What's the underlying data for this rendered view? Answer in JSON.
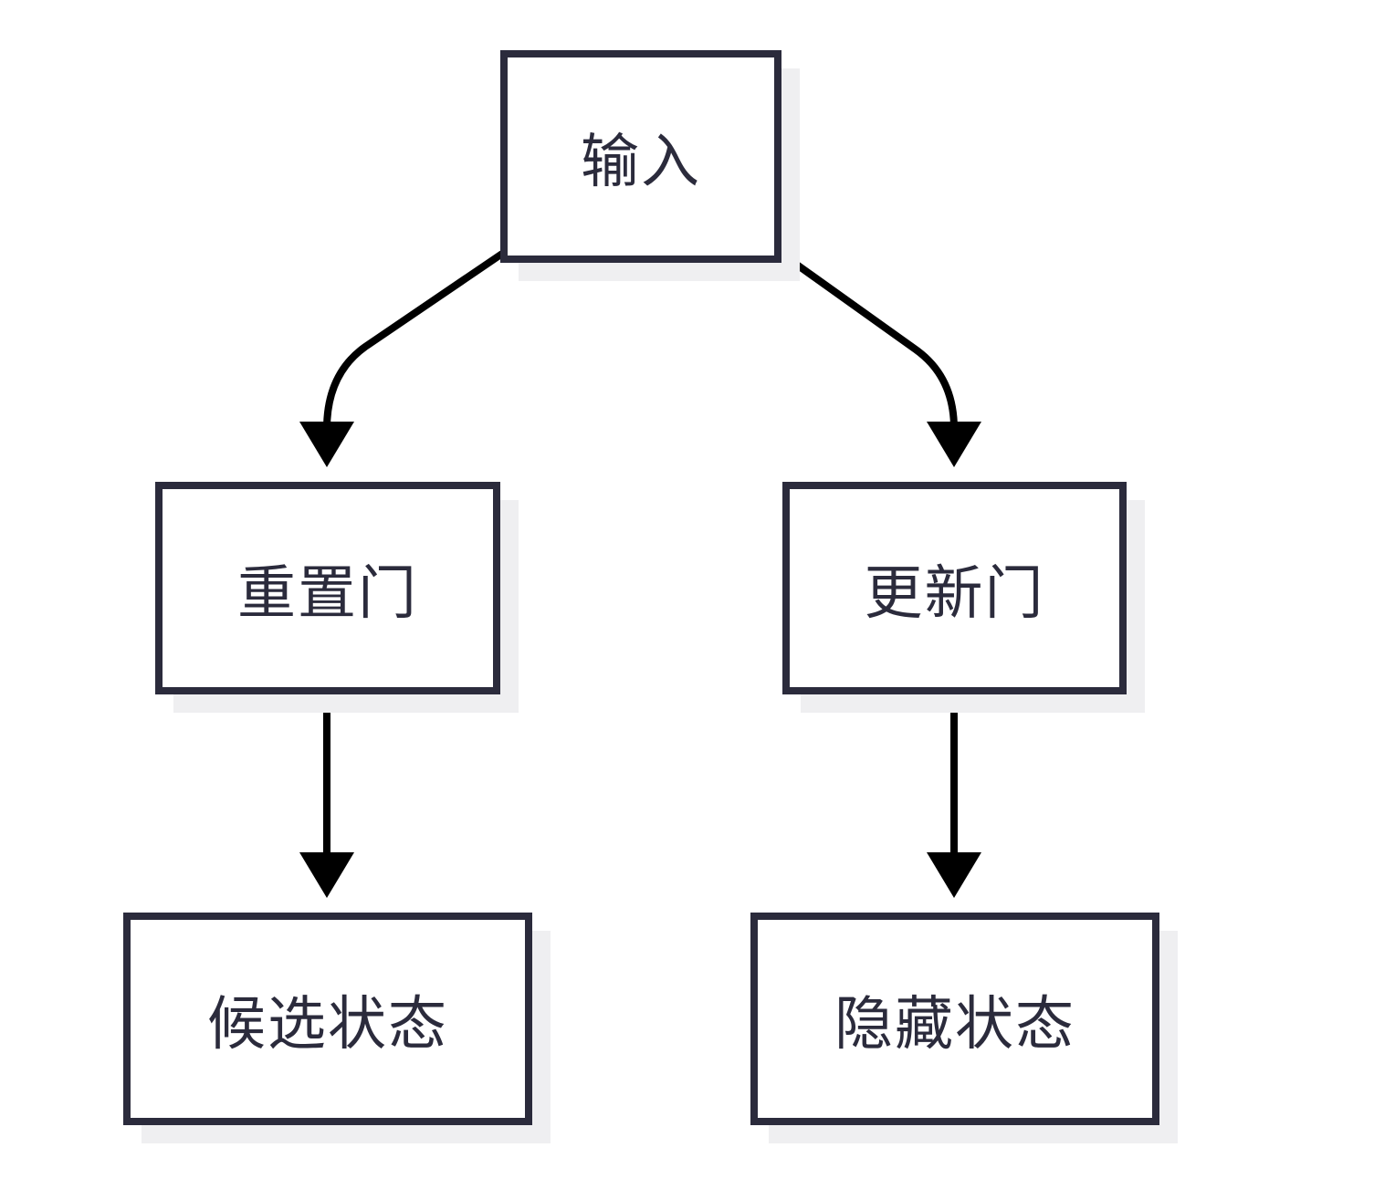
{
  "diagram": {
    "type": "flowchart",
    "nodes": [
      {
        "id": "input",
        "label": "输入"
      },
      {
        "id": "reset_gate",
        "label": "重置门"
      },
      {
        "id": "update_gate",
        "label": "更新门"
      },
      {
        "id": "candidate_state",
        "label": "候选状态"
      },
      {
        "id": "hidden_state",
        "label": "隐藏状态"
      }
    ],
    "edges": [
      {
        "from": "input",
        "to": "reset_gate"
      },
      {
        "from": "input",
        "to": "update_gate"
      },
      {
        "from": "reset_gate",
        "to": "candidate_state"
      },
      {
        "from": "update_gate",
        "to": "hidden_state"
      }
    ],
    "colors": {
      "node_border": "#2b2b3c",
      "node_text": "#2b2b3c",
      "node_shadow": "#efeff1",
      "arrow": "#000000",
      "background": "#ffffff"
    }
  }
}
